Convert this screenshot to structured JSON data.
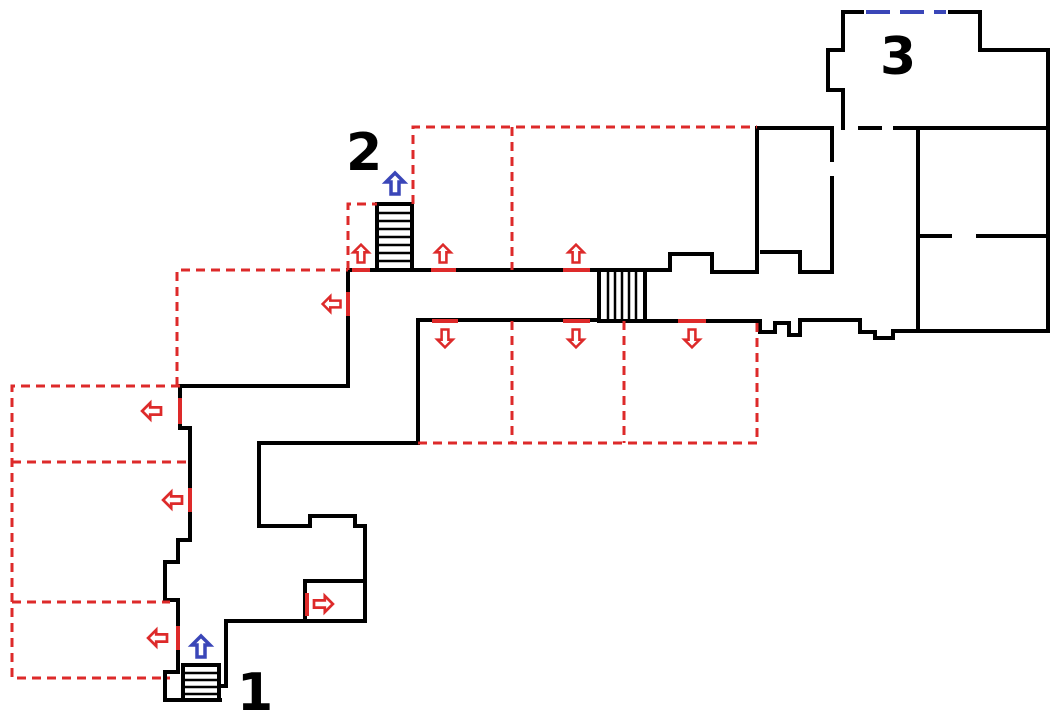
{
  "labels": {
    "one": "1",
    "two": "2",
    "three": "3"
  },
  "colors": {
    "wall": "#000000",
    "room_outline": "#dd2a2a",
    "exit_arrow": "#dd2a2a",
    "stair_arrow": "#3a46b8",
    "exit_line": "#3a46b8"
  },
  "icons": {
    "room_exit": "arrow-icon",
    "stairs": "stairs-icon",
    "stair_up": "up-arrow-icon"
  }
}
